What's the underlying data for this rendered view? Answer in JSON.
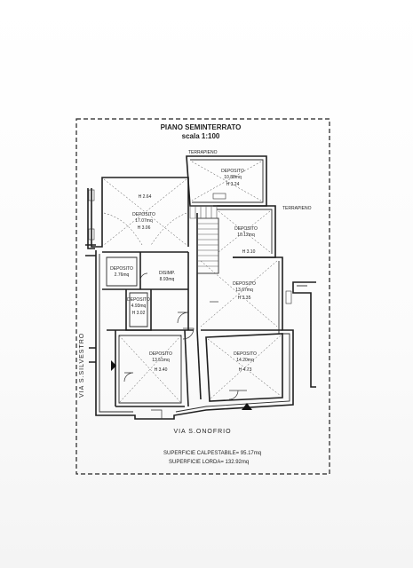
{
  "title": "PIANO SEMINTERRATO",
  "scale": "scala 1:100",
  "labels": {
    "terrapieno_top": "TERRAPIENO",
    "terrapieno_right": "TERRAPIENO",
    "street_left": "VIA S.SILVESTRO",
    "street_bottom": "VIA S.ONOFRIO"
  },
  "rooms": [
    {
      "id": "nw-upper",
      "name": "",
      "area": "",
      "height": "H 2.64"
    },
    {
      "id": "nw",
      "name": "DEPOSITO",
      "area": "17.07mq",
      "height": "H 3.06"
    },
    {
      "id": "n",
      "name": "DEPOSITO",
      "area": "10.88mq",
      "height": "H 3.24"
    },
    {
      "id": "ne",
      "name": "DEPOSITO",
      "area": "10.12mq",
      "height": "H 3.10"
    },
    {
      "id": "w-small",
      "name": "DEPOSITO",
      "area": "2.76mq",
      "height": ""
    },
    {
      "id": "disimp",
      "name": "DISIMP.",
      "area": "8.93mq",
      "height": ""
    },
    {
      "id": "e",
      "name": "DEPOSITO",
      "area": "13.67mq",
      "height": "H 3.35"
    },
    {
      "id": "w-mid",
      "name": "DEPOSITO",
      "area": "4.93mq",
      "height": "H 3.02"
    },
    {
      "id": "sw",
      "name": "DEPOSITO",
      "area": "13.51mq",
      "height": "H 3.40"
    },
    {
      "id": "se",
      "name": "DEPOSITO",
      "area": "14.20mq",
      "height": "H 4.73"
    }
  ],
  "areas": {
    "calpestabile": "SUPERFICIE CALPESTABILE= 95.17mq",
    "lorda": "SUPERFICIE LORDA= 132.92mq"
  }
}
